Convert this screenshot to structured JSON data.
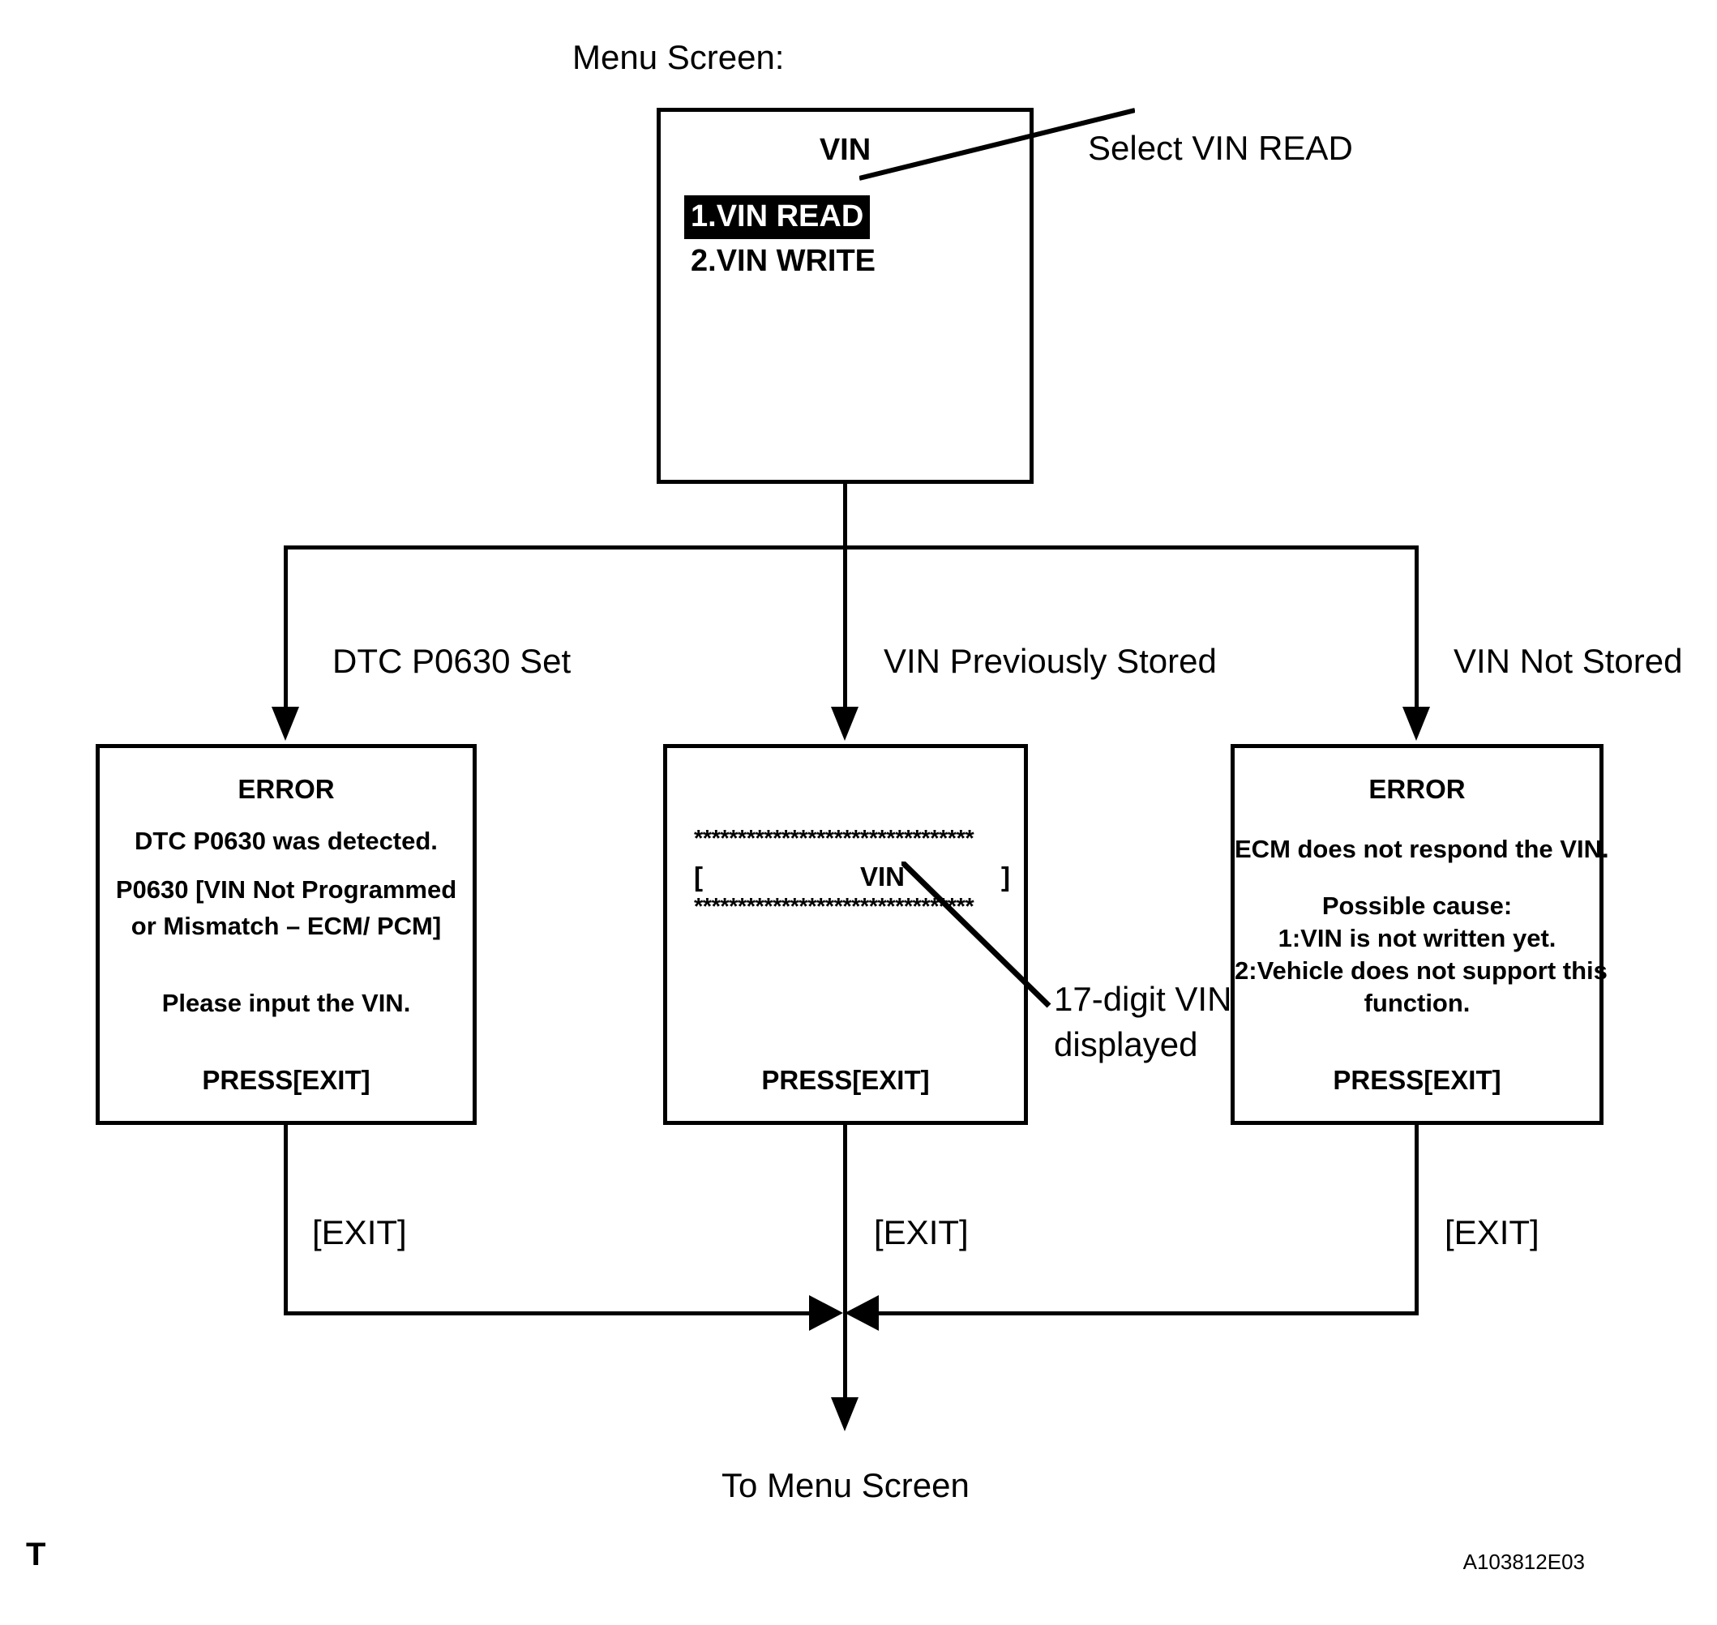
{
  "figure": {
    "caption_top": "Menu Screen:",
    "corner_mark": "T",
    "figure_code": "A103812E03",
    "terminal_label": "To Menu Screen"
  },
  "menu_screen": {
    "title": "VIN",
    "items": [
      {
        "label": "1.VIN READ",
        "selected": true
      },
      {
        "label": "2.VIN WRITE",
        "selected": false
      }
    ],
    "callout": "Select VIN READ"
  },
  "branches": [
    {
      "label": "DTC P0630 Set"
    },
    {
      "label": "VIN Previously Stored"
    },
    {
      "label": "VIN Not Stored"
    }
  ],
  "screens": {
    "dtc_error": {
      "heading": "ERROR",
      "line1": "DTC P0630 was detected.",
      "line2": "P0630  [VIN Not Programmed",
      "line3": "or Mismatch – ECM/ PCM]",
      "line4": "Please input the VIN.",
      "footer": "PRESS[EXIT]"
    },
    "vin_display": {
      "stars_top": "********************************",
      "bracket_open": "[",
      "vin_text": "VIN",
      "bracket_close": "]",
      "stars_bottom": "********************************",
      "footer": "PRESS[EXIT]",
      "callout_line1": "17-digit VIN",
      "callout_line2": "displayed"
    },
    "no_vin_error": {
      "heading": "ERROR",
      "line1": "ECM does not respond the VIN.",
      "line2": "Possible cause:",
      "line3": "1:VIN is not written yet.",
      "line4": "2:Vehicle does not support this",
      "line5": "function.",
      "footer": "PRESS[EXIT]"
    }
  },
  "exits": [
    {
      "label": "[EXIT]"
    },
    {
      "label": "[EXIT]"
    },
    {
      "label": "[EXIT]"
    }
  ],
  "colors": {
    "ink": "#000000",
    "paper": "#ffffff"
  }
}
